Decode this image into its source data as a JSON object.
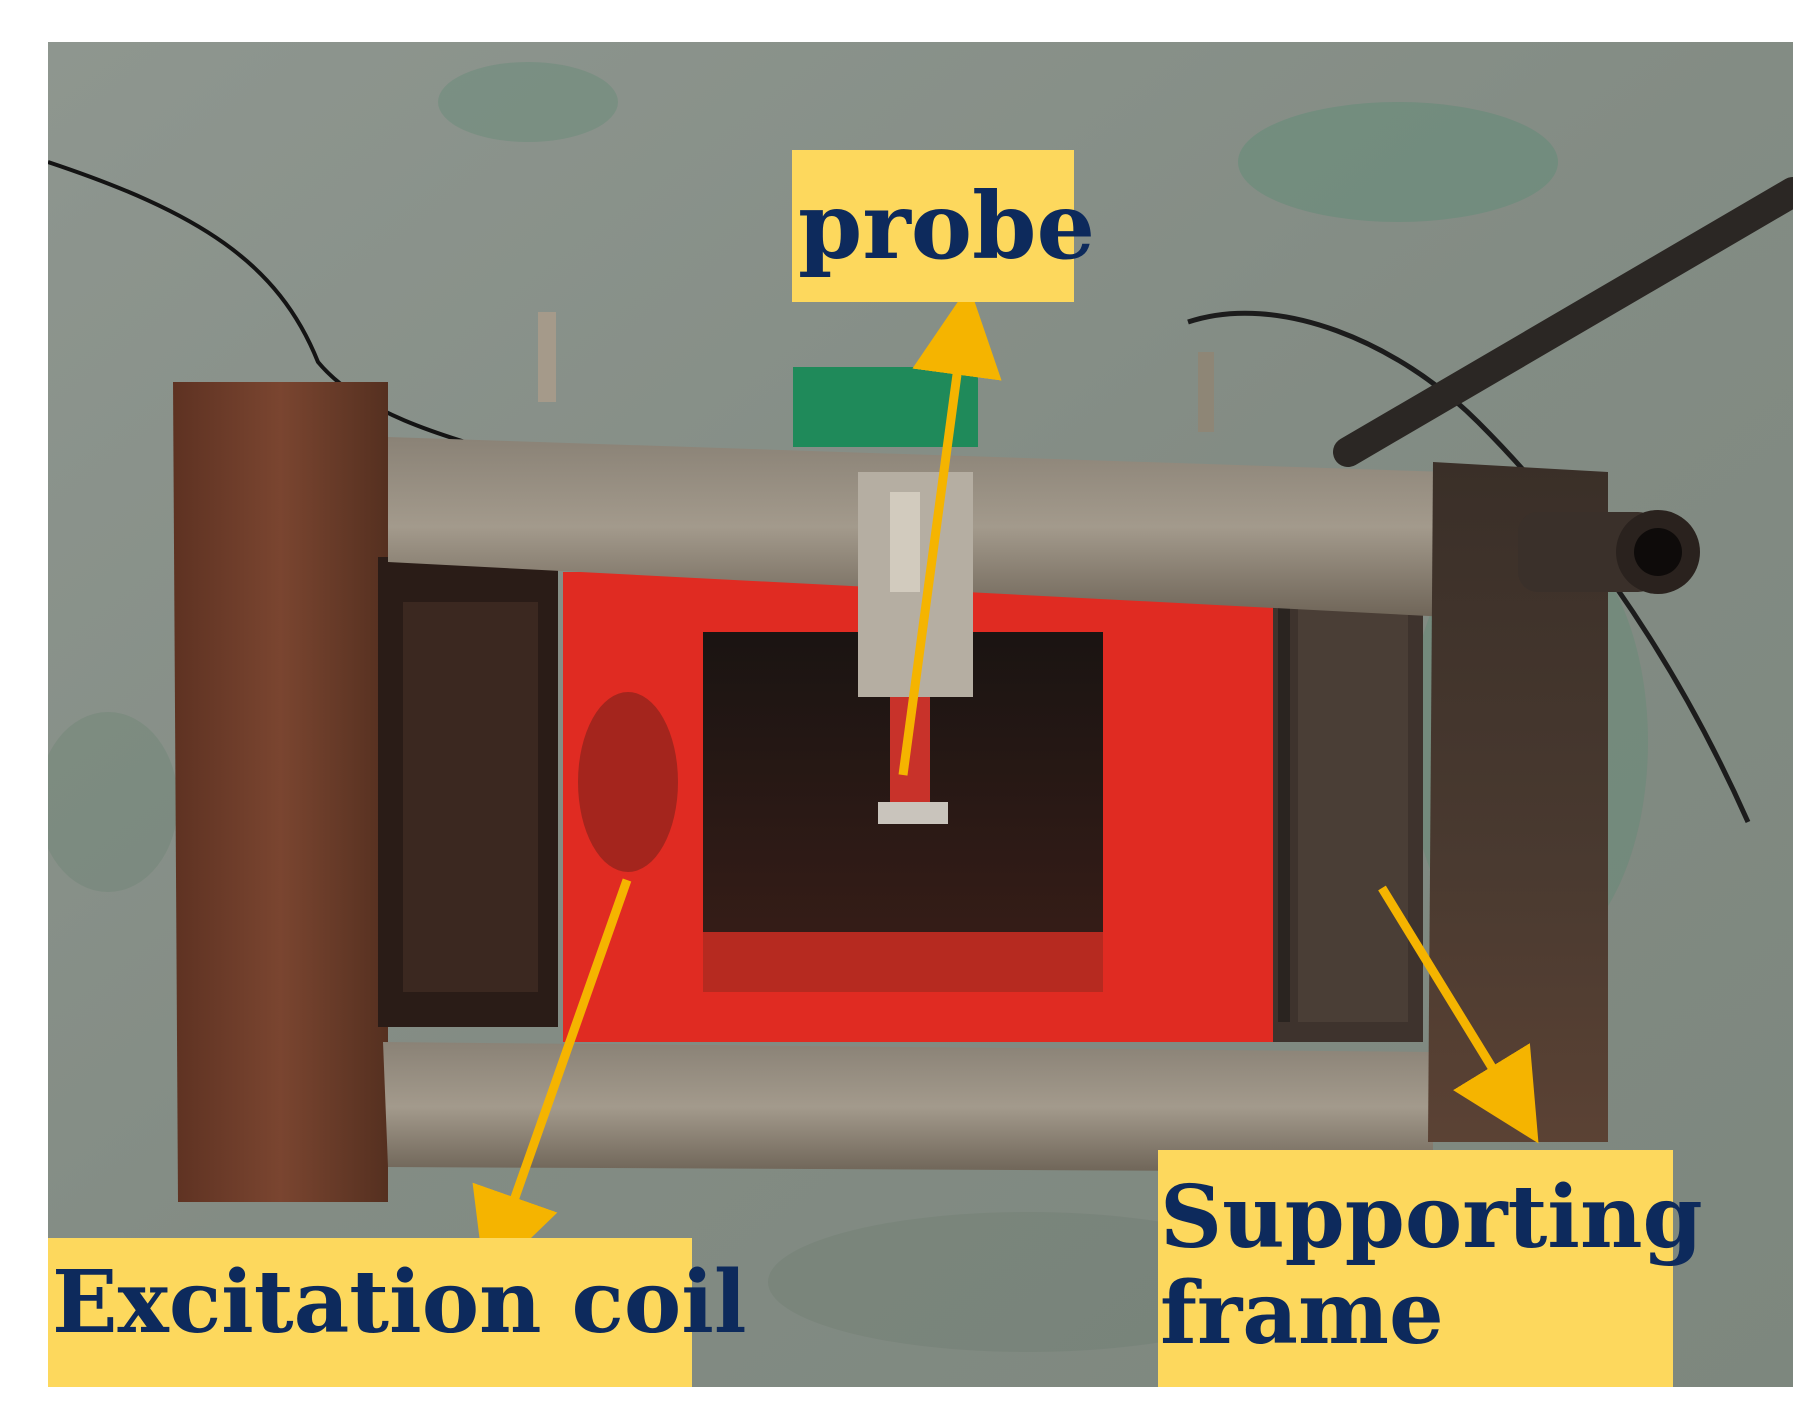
{
  "figure": {
    "labels": {
      "probe": "probe",
      "excitation_coil": "Excitation coil",
      "supporting_frame_line1": "Supporting",
      "supporting_frame_line2": "frame"
    },
    "colors": {
      "label_background": "#FDD85D",
      "label_text": "#0D2A5C",
      "arrow": "#F5B400",
      "coil_red": "#E02B22",
      "frame_rust": "#6E3A24",
      "floor_grey": "#8C938A"
    }
  }
}
